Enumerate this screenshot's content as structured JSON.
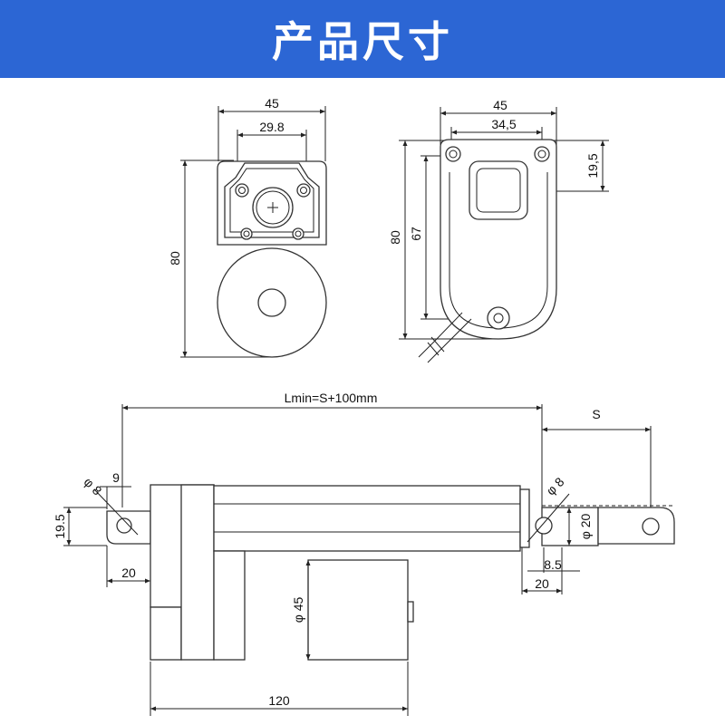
{
  "header": {
    "title": "产品尺寸",
    "background": "#2c66d4",
    "text_color": "#ffffff"
  },
  "front_view": {
    "width": "45",
    "hole_spacing": "29.8",
    "height": "80"
  },
  "side_view": {
    "width": "45",
    "hole_spacing": "34,5",
    "top_offset": "19,5",
    "height": "80",
    "hole_height": "67"
  },
  "length_view": {
    "min_length": "Lmin=S+100mm",
    "stroke": "S",
    "left_hole_diameter": "φ 8",
    "left_edge_offset": "9",
    "left_tab_height": "19.5",
    "left_tab_length": "20",
    "right_hole_diameter": "φ 8",
    "rod_diameter": "φ 20",
    "right_hole_offset": "8.5",
    "right_tab_length": "20",
    "motor_diameter": "φ 45",
    "motor_length": "120"
  }
}
